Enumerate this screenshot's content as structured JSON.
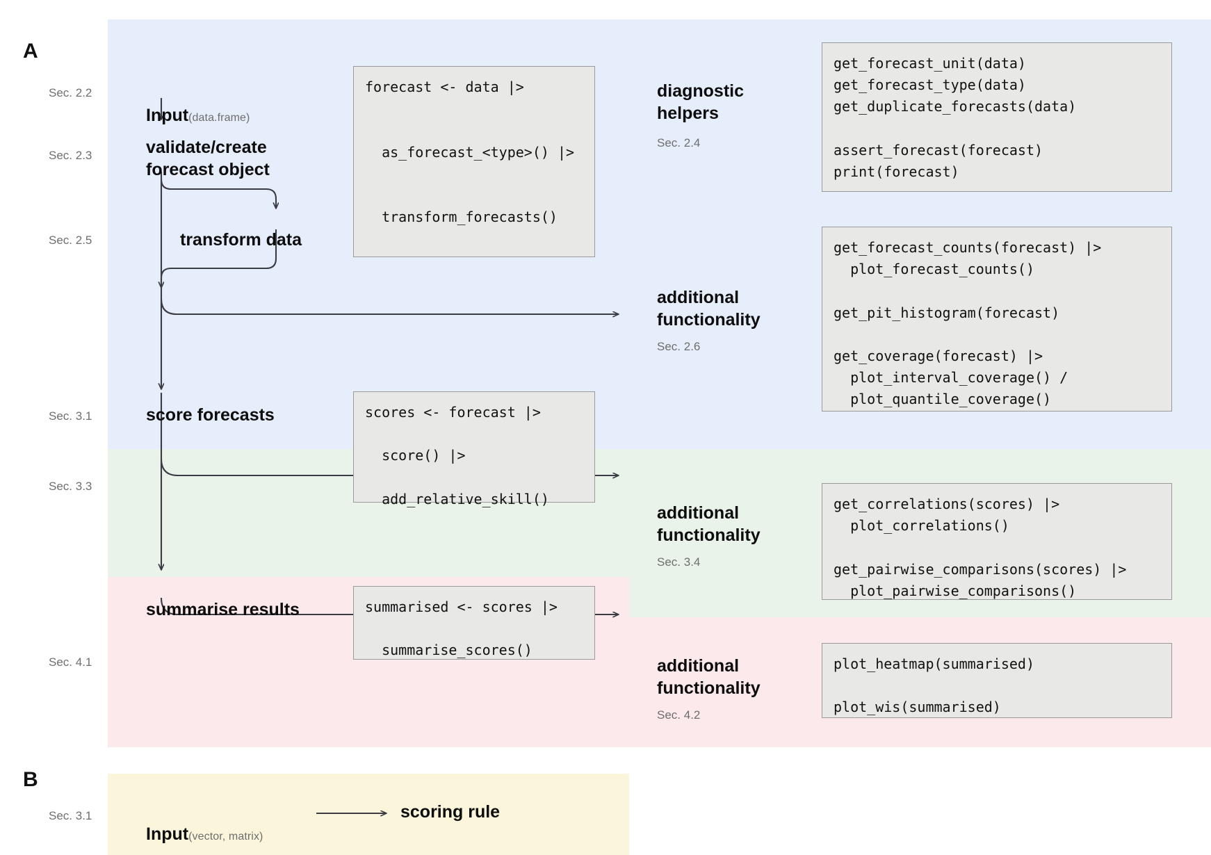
{
  "panels": {
    "a": {
      "letter": "A"
    },
    "b": {
      "letter": "B"
    }
  },
  "section_labels": {
    "sec_2_2": "Sec. 2.2",
    "sec_2_3": "Sec. 2.3",
    "sec_2_5": "Sec. 2.5",
    "sec_3_1": "Sec. 3.1",
    "sec_3_3": "Sec. 3.3",
    "sec_4_1": "Sec. 4.1",
    "sec_2_4": "Sec. 2.4",
    "sec_2_6": "Sec. 2.6",
    "sec_3_4": "Sec. 3.4",
    "sec_4_2": "Sec. 4.2",
    "sec_b_3_1": "Sec. 3.1"
  },
  "steps": {
    "input": "Input",
    "input_sub": "(data.frame)",
    "validate": "validate/create\nforecast object",
    "transform": "transform data",
    "score": "score forecasts",
    "summarise": "summarise results",
    "diagnostic_helpers": "diagnostic\nhelpers",
    "additional_functionality_1": "additional\nfunctionality",
    "additional_functionality_2": "additional\nfunctionality",
    "additional_functionality_3": "additional\nfunctionality",
    "input_b": "Input",
    "input_b_sub": "(vector, matrix)",
    "scoring_rule": "scoring rule"
  },
  "code_boxes": {
    "forecast_pipeline": "forecast <- data |>\n\n\n  as_forecast_<type>() |>\n\n\n  transform_forecasts()",
    "diagnostics": "get_forecast_unit(data)\nget_forecast_type(data)\nget_duplicate_forecasts(data)\n\nassert_forecast(forecast)\nprint(forecast)",
    "forecast_extras": "get_forecast_counts(forecast) |>\n  plot_forecast_counts()\n\nget_pit_histogram(forecast)\n\nget_coverage(forecast) |>\n  plot_interval_coverage() /\n  plot_quantile_coverage()",
    "score_pipeline": "scores <- forecast |>\n\n  score() |>\n\n  add_relative_skill()",
    "score_extras": "get_correlations(scores) |>\n  plot_correlations()\n\nget_pairwise_comparisons(scores) |>\n  plot_pairwise_comparisons()",
    "summarise_pipeline": "summarised <- scores |>\n\n  summarise_scores()",
    "summarise_extras": "plot_heatmap(summarised)\n\nplot_wis(summarised)"
  },
  "colors": {
    "band_blue": "#e6eefb",
    "band_green": "#e9f3e9",
    "band_pink": "#fbe9eb",
    "band_yellow": "#fbf5dc",
    "code_bg": "#e8e8e6",
    "code_border": "#9a9a9a",
    "text": "#0d0d0d",
    "muted": "#6e6e6e",
    "arrow": "#3b3b44"
  }
}
